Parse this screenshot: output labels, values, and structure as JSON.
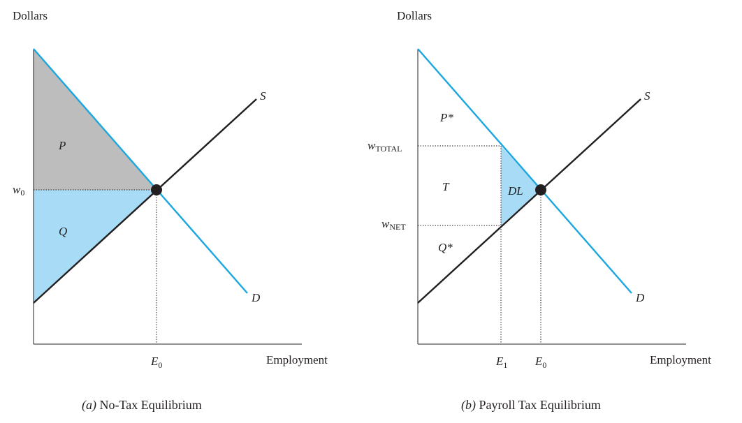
{
  "colors": {
    "demand": "#1aa7e0",
    "supply": "#231f20",
    "producer_area": "#bdbdbe",
    "consumer_area": "#a8dcf6",
    "deadweight_area": "#a8dcf6"
  },
  "panel_a": {
    "y_axis_title": "Dollars",
    "x_axis_title": "Employment",
    "supply_label": "S",
    "demand_label": "D",
    "wage_label": "w",
    "wage_sub": "0",
    "employment_label": "E",
    "employment_sub": "0",
    "area_top_label": "P",
    "area_bottom_label": "Q",
    "caption_letter": "(a)",
    "caption_text": " No-Tax Equilibrium"
  },
  "panel_b": {
    "y_axis_title": "Dollars",
    "x_axis_title": "Employment",
    "supply_label": "S",
    "demand_label": "D",
    "wage_total_label": "w",
    "wage_total_sub": "TOTAL",
    "wage_net_label": "w",
    "wage_net_sub": "NET",
    "e1_label": "E",
    "e1_sub": "1",
    "e0_label": "E",
    "e0_sub": "0",
    "area_p_label": "P*",
    "area_t_label": "T",
    "area_dl_label": "DL",
    "area_q_label": "Q*",
    "caption_letter": "(b)",
    "caption_text": " Payroll Tax Equilibrium"
  }
}
